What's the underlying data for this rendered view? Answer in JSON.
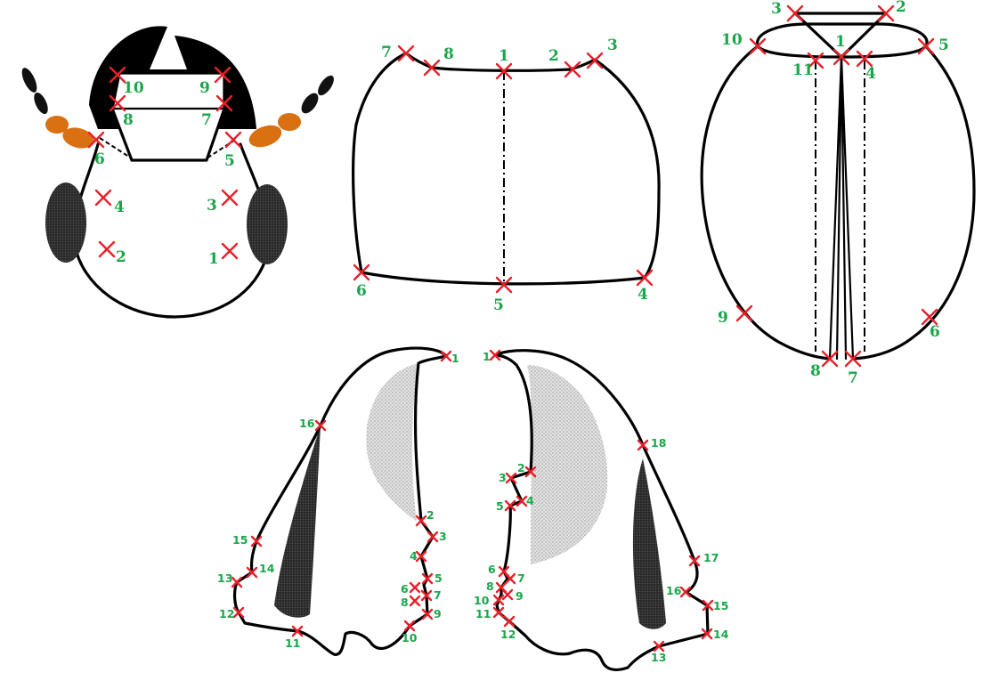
{
  "colors": {
    "outline": "#000000",
    "marker": "#e8202a",
    "label": "#1aa64a",
    "antenna_orange": "#d97012",
    "shading": "#cfcfcf"
  },
  "head": {
    "labels": [
      "1",
      "2",
      "3",
      "4",
      "5",
      "6",
      "7",
      "8",
      "9",
      "10"
    ]
  },
  "pronotum": {
    "labels": [
      "1",
      "2",
      "3",
      "4",
      "5",
      "6",
      "7",
      "8"
    ]
  },
  "elytra": {
    "labels": [
      "1",
      "2",
      "3",
      "4",
      "5",
      "6",
      "7",
      "8",
      "9",
      "10",
      "11"
    ]
  },
  "left_wing": {
    "labels": [
      "1",
      "2",
      "3",
      "4",
      "5",
      "6",
      "7",
      "8",
      "9",
      "10",
      "11",
      "12",
      "13",
      "14",
      "15",
      "16"
    ]
  },
  "right_wing": {
    "labels": [
      "1",
      "2",
      "3",
      "4",
      "5",
      "6",
      "7",
      "8",
      "9",
      "10",
      "11",
      "12",
      "13",
      "14",
      "15",
      "16",
      "17",
      "18"
    ]
  }
}
